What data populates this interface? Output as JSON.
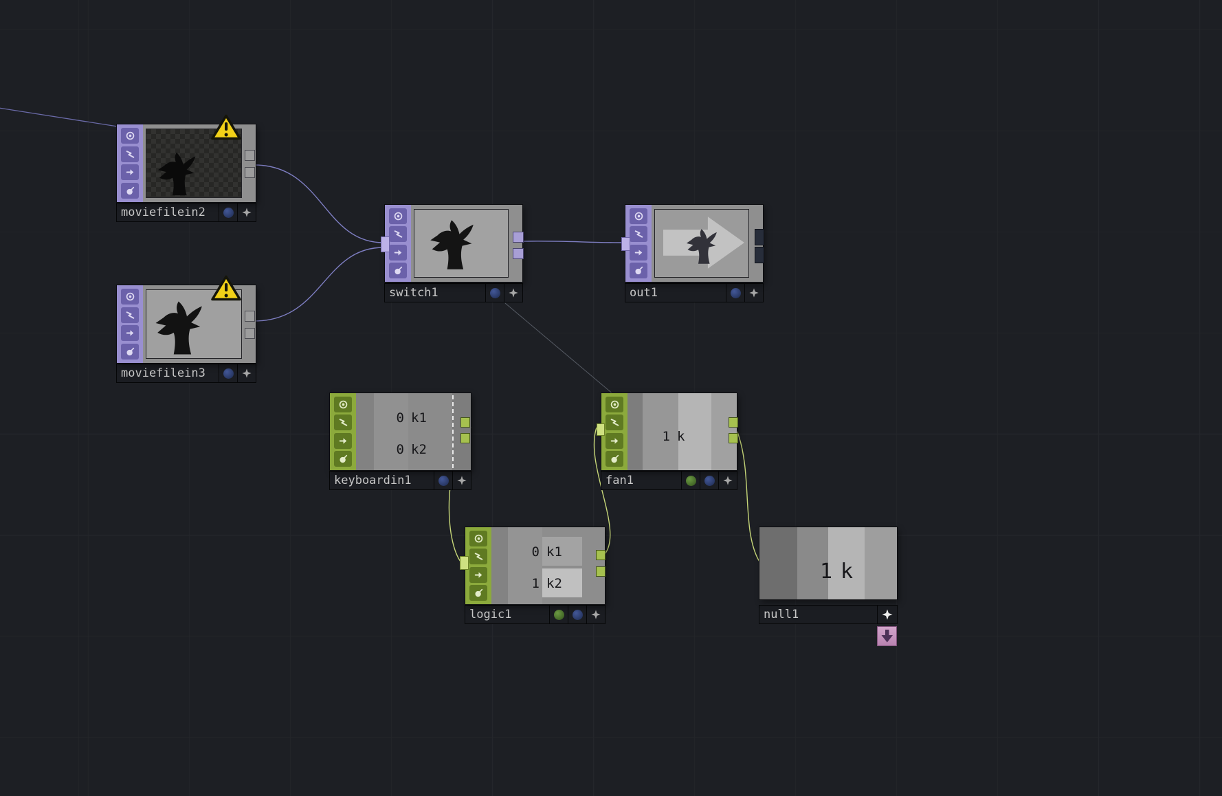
{
  "app": {
    "name": "node network editor"
  },
  "colors": {
    "background": "#1d1f24",
    "top_family": "#998fd0",
    "chop_family": "#8caa3c",
    "wire_top": "#7e7ec2",
    "wire_chop": "#c6d678",
    "wire_reference": "#565b64",
    "warning_yellow": "#f2d118",
    "export_badge_pink": "#c695be"
  },
  "icons": {
    "viewer-flag": "circle-with-dot",
    "bypass-flag": "zigzag",
    "arrow-flag": "arrow-right",
    "bomb-flag": "bomb",
    "star-flag": "four-point-star",
    "warning": "yellow-triangle-exclamation",
    "export-badge": "down-arrow"
  },
  "nodes": {
    "moviefilein2": {
      "label": "moviefilein2",
      "family": "TOP",
      "warning": true
    },
    "moviefilein3": {
      "label": "moviefilein3",
      "family": "TOP",
      "warning": true
    },
    "switch1": {
      "label": "switch1",
      "family": "TOP"
    },
    "out1": {
      "label": "out1",
      "family": "TOP"
    },
    "keyboardin1": {
      "label": "keyboardin1",
      "family": "CHOP",
      "channels": [
        {
          "value": "0",
          "name": "k1"
        },
        {
          "value": "0",
          "name": "k2"
        }
      ]
    },
    "fan1": {
      "label": "fan1",
      "family": "CHOP",
      "channels": [
        {
          "value": "1",
          "name": "k"
        }
      ]
    },
    "logic1": {
      "label": "logic1",
      "family": "CHOP",
      "channels": [
        {
          "value": "0",
          "name": "k1"
        },
        {
          "value": "1",
          "name": "k2"
        }
      ]
    },
    "null1": {
      "label": "null1",
      "family": "CHOP",
      "channels": [
        {
          "value": "1",
          "name": "k"
        }
      ]
    }
  },
  "connections": [
    {
      "from": "offscreen-left",
      "to": "moviefilein2-area",
      "type": "top"
    },
    {
      "from": "moviefilein2",
      "to": "switch1",
      "type": "top"
    },
    {
      "from": "moviefilein3",
      "to": "switch1",
      "type": "top"
    },
    {
      "from": "switch1",
      "to": "out1",
      "type": "top"
    },
    {
      "from": "keyboardin1",
      "to": "logic1",
      "type": "chop"
    },
    {
      "from": "logic1",
      "to": "fan1",
      "type": "chop"
    },
    {
      "from": "fan1",
      "to": "null1",
      "type": "chop"
    },
    {
      "from": "fan1",
      "to": "switch1",
      "type": "reference"
    }
  ]
}
